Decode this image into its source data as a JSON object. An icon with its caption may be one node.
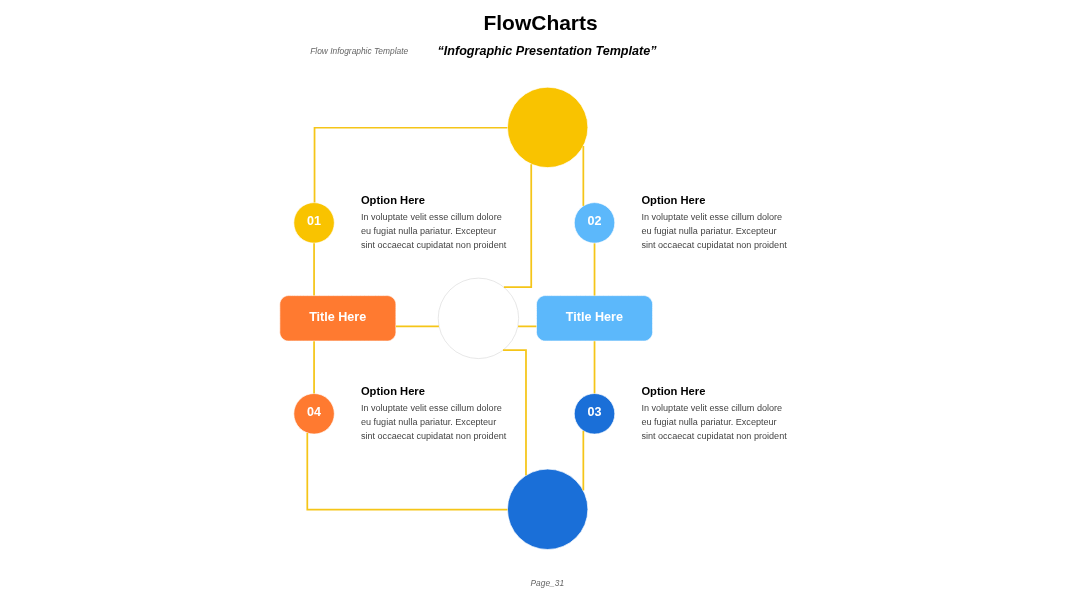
{
  "diagram": {
    "title": "FlowCharts",
    "nodes": [
      {
        "text": [],
        "shape": "circle"
      },
      {
        "text": [
          "01"
        ],
        "beside": [
          "Option Here",
          "In voluptate velit esse cillum dolore eu fugiat nulla pariatur. Excepteur sint occaecat cupidatat non proident"
        ]
      },
      {
        "text": [
          "02"
        ],
        "beside": [
          "Option Here",
          "In voluptate velit esse cillum dolore eu fugiat nulla pariatur. Excepteur sint occaecat cupidatat non proident"
        ]
      },
      {
        "text": [
          "Title Here"
        ]
      },
      {
        "text": [],
        "shape": "circle"
      },
      {
        "text": [
          "Title Here"
        ]
      },
      {
        "text": [
          "04"
        ],
        "beside": [
          "Option Here",
          "In voluptate velit esse cillum dolore eu fugiat nulla pariatur. Excepteur sint occaecat cupidatat non proident"
        ]
      },
      {
        "text": [
          "03"
        ],
        "beside": [
          "Option Here",
          "In voluptate velit esse cillum dolore eu fugiat nulla pariatur. Excepteur sint occaecat cupidatat non proident"
        ]
      },
      {
        "text": [],
        "shape": "circle"
      }
    ],
    "edges": [
      {
        "from": 0,
        "to": 1,
        "arrow": "none"
      },
      {
        "from": 1,
        "to": 3,
        "arrow": "none"
      },
      {
        "from": 3,
        "to": 6,
        "arrow": "none"
      },
      {
        "from": 6,
        "to": 8,
        "arrow": "none"
      },
      {
        "from": 0,
        "to": 2,
        "arrow": "none"
      },
      {
        "from": 2,
        "to": 5,
        "arrow": "none"
      },
      {
        "from": 5,
        "to": 7,
        "arrow": "none"
      },
      {
        "from": 7,
        "to": 8,
        "arrow": "none"
      },
      {
        "from": 4,
        "to": 0,
        "arrow": "none"
      },
      {
        "from": 4,
        "to": 3,
        "arrow": "none"
      },
      {
        "from": 4,
        "to": 5,
        "arrow": "none"
      },
      {
        "from": 4,
        "to": 8,
        "arrow": "none"
      }
    ],
    "labels": [
      "Flow Infographic Template",
      "“Infographic Presentation Template”",
      "Page_31"
    ]
  }
}
